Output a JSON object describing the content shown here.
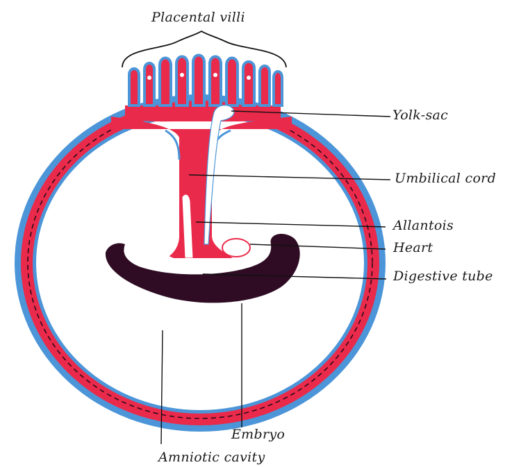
{
  "labels": {
    "placental_villi": "Placental villi",
    "yolk_sac": "Yolk-sac",
    "umbilical_cord": "Umbilical cord",
    "allantois": "Allantois",
    "heart": "Heart",
    "digestive_tube": "Digestive tube",
    "embryo": "Embryo",
    "amniotic_cavity": "Amniotic cavity"
  },
  "colors": {
    "blue": "#4b95d8",
    "red": "#ea2a4a",
    "embryo": "#2f0c24",
    "background": "#ffffff"
  }
}
